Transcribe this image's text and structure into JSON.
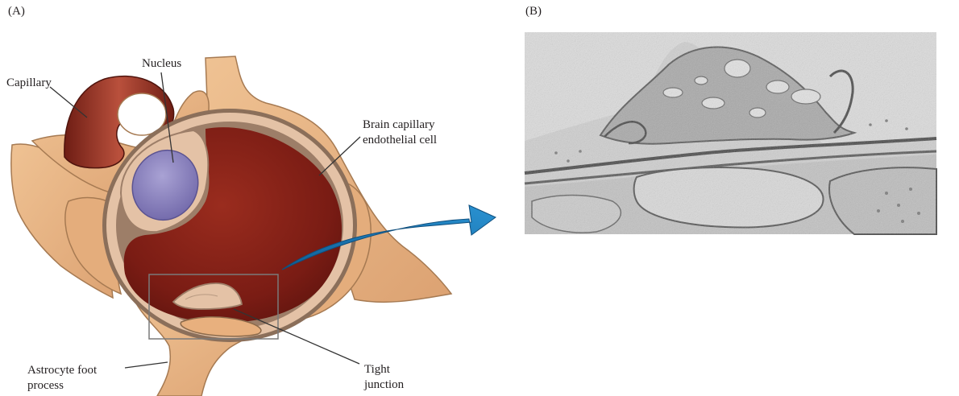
{
  "panels": {
    "a_label": "(A)",
    "b_label": "(B)"
  },
  "labels": {
    "capillary": "Capillary",
    "nucleus": "Nucleus",
    "brain_capillary_line1": "Brain capillary",
    "brain_capillary_line2": "endothelial cell",
    "astrocyte_line1": "Astrocyte foot",
    "astrocyte_line2": "process",
    "tight_line1": "Tight",
    "tight_line2": "junction"
  },
  "colors": {
    "astrocyte": "#e8b07e",
    "astrocyte_edge": "#8c6a4a",
    "endothelium": "#e4c2a6",
    "lumen": "#7e1f16",
    "nucleus": "#8f86c0",
    "arrow": "#1f7fbf",
    "micrograph_bg": "#c9c9c9"
  }
}
